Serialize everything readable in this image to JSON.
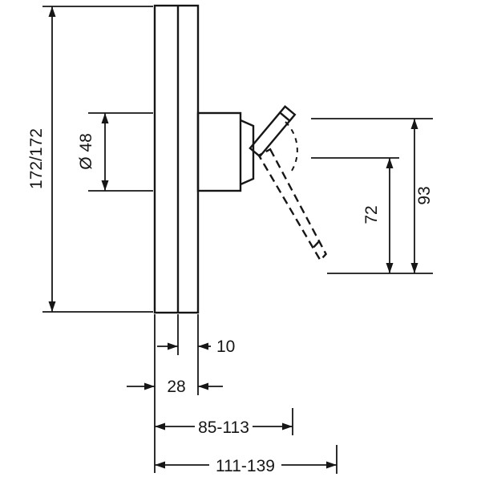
{
  "canvas": {
    "background": "#ffffff",
    "ink": "#161616"
  },
  "dimensions": {
    "height": "172/172",
    "diameter": "Ø 48",
    "lever_projection": "72",
    "overall_projection": "93",
    "plate_thickness": "10",
    "escutcheon_depth": "28",
    "install_range_inner": "85-113",
    "install_range_outer": "111-139"
  }
}
